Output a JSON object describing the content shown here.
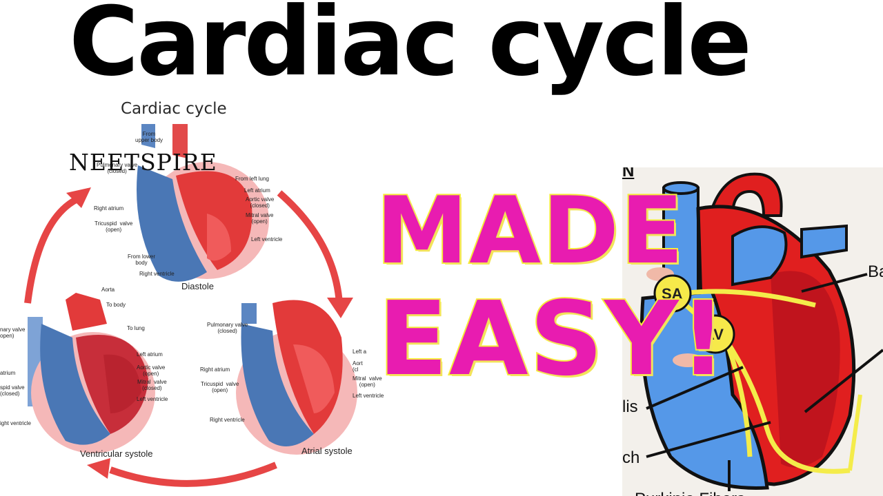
{
  "title": "Cardiac cycle",
  "diagram": {
    "subtitle": "Cardiac cycle",
    "watermark": "NEETSPIRE",
    "diastole": {
      "phase": "Diastole",
      "from_upper_body": "From\nupper body",
      "pulmonary_valve": "Pulmonary valve\n(closed)",
      "right_atrium": "Right atrium",
      "tricuspid_valve": "Tricuspid  valve\n(open)",
      "from_lower_body": "From lower\nbody",
      "right_ventricle": "Right ventricle",
      "from_left_lung": "From left lung",
      "left_atrium": "Left atrium",
      "aortic_valve": "Aortic valve\n(closed)",
      "mitral_valve": "Mitral valve\n(open)",
      "left_ventricle": "Left ventricle"
    },
    "ventricular_systole": {
      "phase": "Ventricular systole",
      "aorta": "Aorta",
      "to_body": "To body",
      "to_lung": "To lung",
      "pulmonary_valve_cut": "nary valve\nopen)",
      "right_atrium_cut": "atrium",
      "tricuspid_valve_cut": "spid valve\n(closed)",
      "right_ventricle_cut": "ight ventricle",
      "left_atrium": "Left atrium",
      "aortic_valve": "Aortic valve\n(open)",
      "mitral_valve": "Mitral  valve\n(closed)",
      "left_ventricle": "Left ventricle"
    },
    "atrial_systole": {
      "phase": "Atrial systole",
      "pulmonary_valve": "Pulmonary valve\n(closed)",
      "right_atrium": "Right atrium",
      "tricuspid_valve": "Tricuspid  valve\n(open)",
      "right_ventricle": "Right ventricle",
      "left_atrium_cut": "Left a",
      "aortic_valve_cut": "Aort\n(cl",
      "mitral_valve": "Mitral  valve\n(open)",
      "left_ventricle": "Left ventricle"
    }
  },
  "overlay": {
    "line1": "MADE",
    "line2": "EASY!"
  },
  "conduction": {
    "sa_node": "SA",
    "av_node": "AV",
    "corner_letter": "N",
    "label_right": "Ba",
    "label_his": "lis",
    "label_branch": "ch",
    "label_purkinje": "Purkinje Fibers"
  },
  "colors": {
    "title": "#000000",
    "made_easy_fill": "#e81cb0",
    "made_easy_outline": "#f6ec3a",
    "arrow_red": "#e64545",
    "deoxygenated_blue": "#4a77b5",
    "oxygenated_red": "#e23a3a",
    "conduction_yellow": "#f4ec4a"
  }
}
